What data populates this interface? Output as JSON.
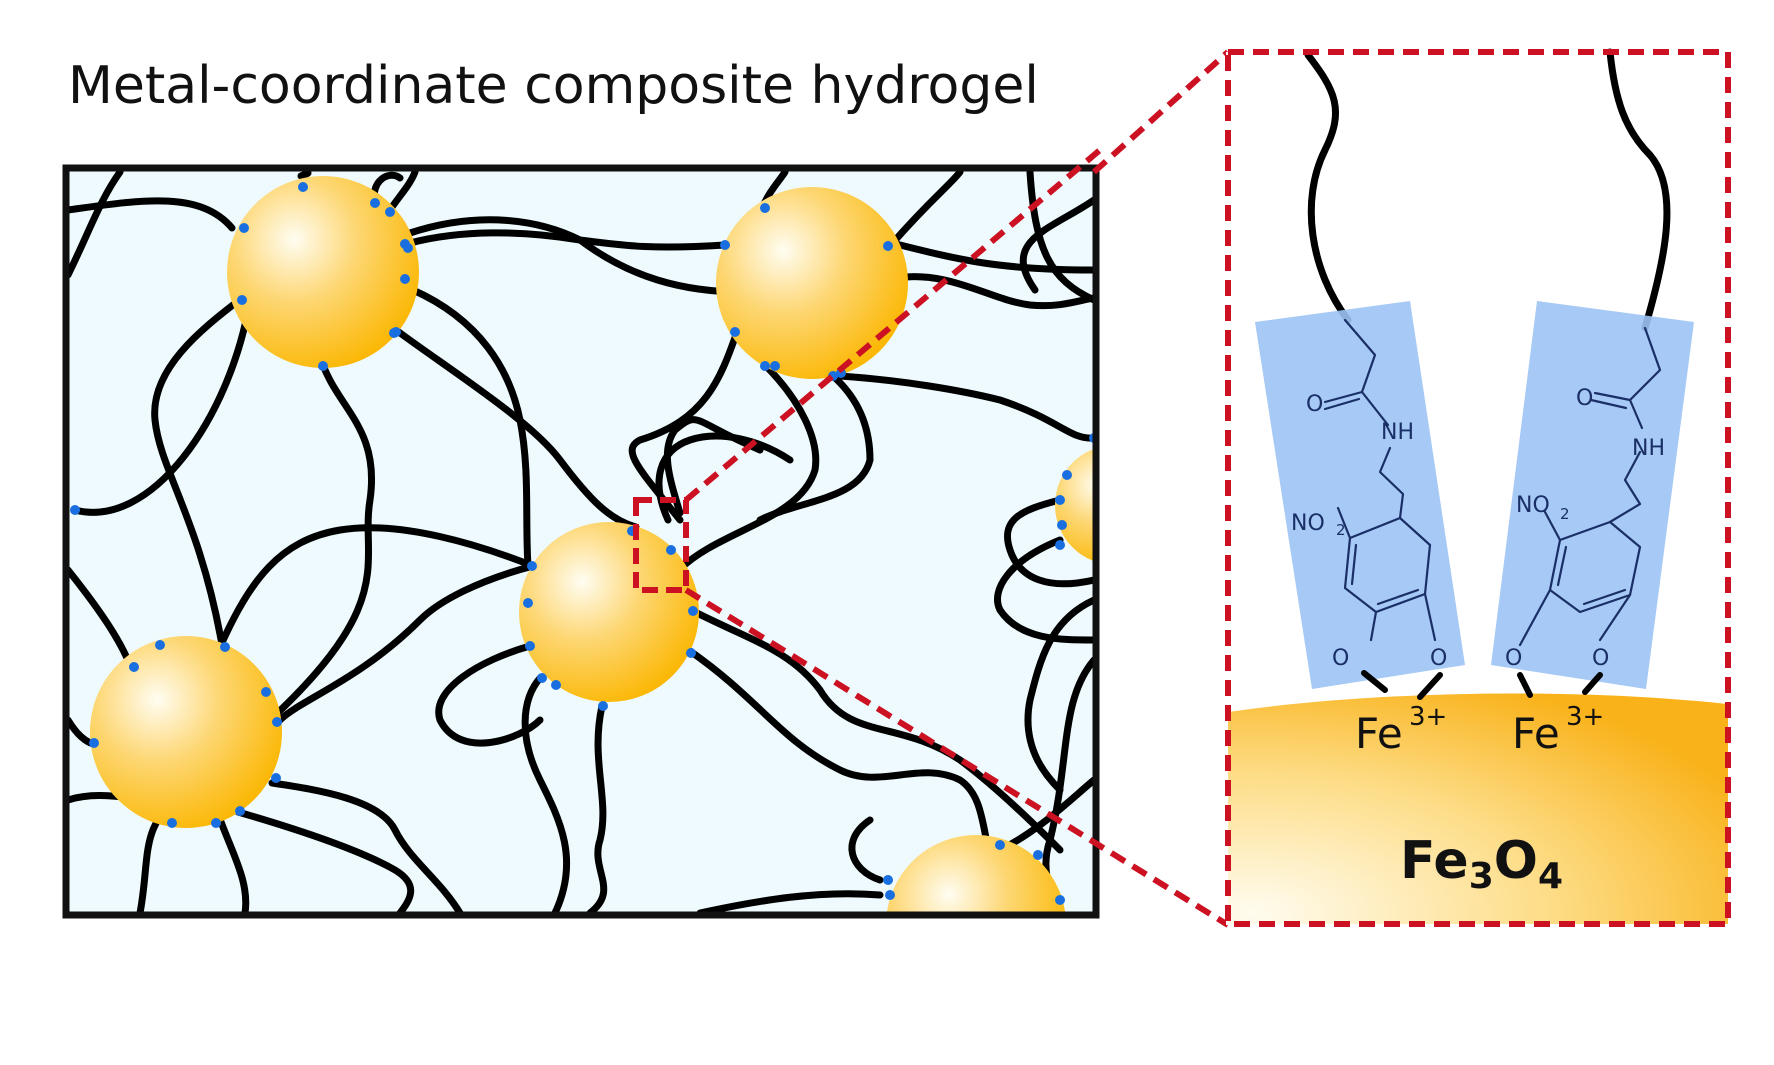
{
  "title": "Metal-coordinate composite hydrogel",
  "colors": {
    "gel_background": "#eefafd",
    "particle_gold": "#fbb703",
    "particle_highlight": "#fffdf2",
    "crosslink_blue": "#1a6fe0",
    "ligand_highlight": "#9cc3f5",
    "zoom_outline_red": "#cc1122"
  },
  "zoom_panel": {
    "ligands": [
      {
        "carbonyl_oxygen": "O",
        "amide": "NH",
        "nitro_main": "NO",
        "nitro_subscript": "2",
        "phenolate_left": "O",
        "phenolate_right": "O",
        "ion_symbol": "Fe",
        "ion_charge": "3+"
      },
      {
        "carbonyl_oxygen": "O",
        "amide": "NH",
        "nitro_main": "NO",
        "nitro_subscript": "2",
        "phenolate_left": "O",
        "phenolate_right": "O",
        "ion_symbol": "Fe",
        "ion_charge": "3+"
      }
    ],
    "surface_label": {
      "part1": "Fe",
      "sub1": "3",
      "part2": "O",
      "sub2": "4"
    }
  }
}
